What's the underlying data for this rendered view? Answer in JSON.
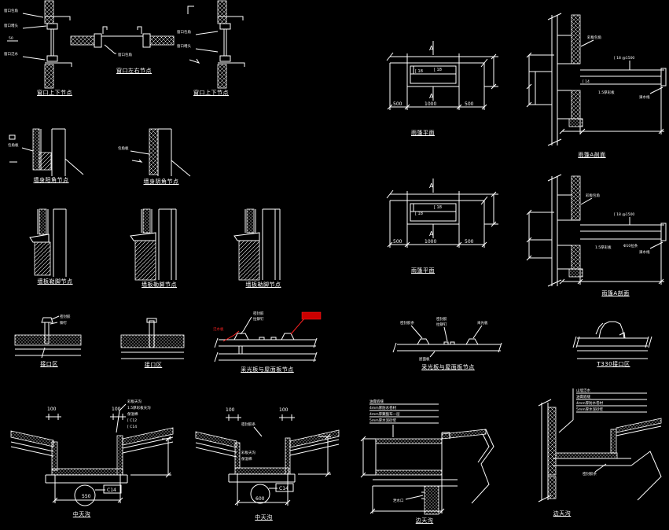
{
  "canvas": {
    "bg": "#000000",
    "fg": "#ffffff",
    "red": "#ff0000"
  },
  "details": {
    "win_tb_1": {
      "label": "窗口上下节点",
      "notes": [
        "窗口包角",
        "窗口堵头",
        "窗口泛水"
      ],
      "dim": "50"
    },
    "win_lr": {
      "label": "窗口左右节点",
      "notes": [
        "窗口包角"
      ]
    },
    "win_tb_2": {
      "label": "窗口上下节点",
      "notes": [
        "窗口包角",
        "窗口堵头"
      ]
    },
    "canopy_plan_1": {
      "label": "雨篷平面",
      "section_mark": "A",
      "channel": "[ 18",
      "dims": [
        "500",
        "1000",
        "500"
      ]
    },
    "canopy_sec_1": {
      "label": "雨篷A剖面",
      "notes": [
        "彩板包角",
        "[ 18 @1500",
        "[ 14",
        "1.5厚彩板",
        "滴水线"
      ]
    },
    "corner_1": {
      "label": "墙身阳角节点",
      "notes": [
        "包角板"
      ]
    },
    "corner_2": {
      "label": "墙身阴角节点",
      "notes": [
        "包角板"
      ]
    },
    "canopy_plan_2": {
      "label": "雨篷平面",
      "section_mark": "A",
      "channel": "[ 18",
      "dims": [
        "500",
        "1000",
        "500"
      ]
    },
    "canopy_sec_2": {
      "label": "雨篷A剖面",
      "notes": [
        "彩板包角",
        "[ 18 @1500",
        "1.5厚彩板",
        "Φ10拉条",
        "滴水线"
      ]
    },
    "base_1": {
      "label": "墙板勒脚节点"
    },
    "base_2": {
      "label": "墙板勒脚节点"
    },
    "base_3": {
      "label": "墙板勒脚节点"
    },
    "joint_1": {
      "label": "接口区",
      "notes": [
        "密封胶",
        "铆钉"
      ]
    },
    "joint_2": {
      "label": "接口区"
    },
    "skylight_1": {
      "label": "采光板与屋面板节点",
      "notes": [
        "密封胶",
        "拉铆钉"
      ],
      "red_note": "泛水板"
    },
    "skylight_2": {
      "label": "采光板与屋面板节点",
      "notes": [
        "密封胶条",
        "密封胶",
        "拉铆钉",
        "采光板",
        "屋面板"
      ]
    },
    "t330": {
      "label": "T330接口区"
    },
    "gutter_mid_1": {
      "label": "中天沟",
      "top_dim": "100",
      "bottom_dim": "550",
      "pipe": "C14",
      "notes": [
        "彩板天沟",
        "1.5厚彩板天沟",
        "保温棉",
        "[ C12",
        "[ C14"
      ]
    },
    "gutter_mid_2": {
      "label": "中天沟",
      "top_dim": "100",
      "bottom_dim": "600",
      "pipe": "C14",
      "notes": [
        "密封胶条",
        "彩板天沟",
        "保温棉"
      ]
    },
    "gutter_edge_1": {
      "label": "边天沟",
      "notes": [
        "油膏嵌缝",
        "4mm厚防水卷材",
        "4mm厚聚酯布一层",
        "5mm厚水泥砂浆",
        "泄水口"
      ]
    },
    "gutter_edge_2": {
      "label": "边天沟",
      "notes": [
        "山墙泛水",
        "油膏嵌缝",
        "4mm厚防水卷材",
        "5mm厚水泥砂浆",
        "密封胶条"
      ]
    }
  }
}
